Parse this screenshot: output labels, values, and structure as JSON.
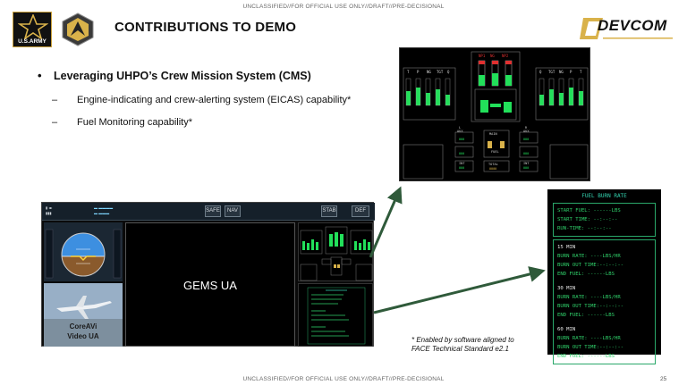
{
  "banner_top": "UNCLASSIFIED//FOR OFFICIAL USE ONLY//DRAFT//PRE-DECISIONAL",
  "banner_bottom": "UNCLASSIFIED//FOR OFFICIAL USE ONLY//DRAFT//PRE-DECISIONAL",
  "title": "CONTRIBUTIONS TO DEMO",
  "logos": {
    "army_text": "U.S.ARMY",
    "devcom": "DEVCOM"
  },
  "bullets": {
    "main": "Leveraging UHPO’s Crew Mission System (CMS)",
    "sub1": "Engine-indicating and crew-alerting system (EICAS) capability*",
    "sub2": "Fuel Monitoring capability*"
  },
  "screenshot": {
    "gems_label": "GEMS UA",
    "video_line1": "CoreAVi",
    "video_line2": "Video UA",
    "toolbar": {
      "safe": "SAFE",
      "nav": "NAV",
      "stab": "STAB",
      "def": "DEF"
    }
  },
  "fuel_panel": {
    "title": "FUEL BURN RATE",
    "start_fuel": "START FUEL: ------LBS",
    "start_time": "START TIME: --:--:--",
    "run_time": "RUN-TIME:  --:--:--",
    "sections": [
      {
        "heading": "15 MIN",
        "burn_rate": "BURN RATE: ----LBS/HR",
        "burn_out": "BURN OUT TIME:--:--:--",
        "end_fuel": "END FUEL:  ------LBS"
      },
      {
        "heading": "30 MIN",
        "burn_rate": "BURN RATE: ----LBS/HR",
        "burn_out": "BURN OUT TIME:--:--:--",
        "end_fuel": "END FUEL:  ------LBS"
      },
      {
        "heading": "60 MIN",
        "burn_rate": "BURN RATE: ----LBS/HR",
        "burn_out": "BURN OUT TIME:--:--:--",
        "end_fuel": "END FUEL:  ------LBS"
      }
    ]
  },
  "eicas_panel": {
    "labels": [
      "NP1",
      "NG",
      "NP2",
      "T",
      "P",
      "NG",
      "TGT",
      "Q",
      "L",
      "R",
      "AUX",
      "MAIN",
      "FUEL",
      "TOTAL",
      "INT"
    ]
  },
  "footnote_line1": "* Enabled by software aligned to",
  "footnote_line2": "FACE Technical Standard e2.1",
  "page_number": "25",
  "colors": {
    "eicas_green": "#22e05a",
    "eicas_red": "#e03030",
    "fuel_green": "#2fd06a",
    "fuel_title": "#33d3b0",
    "arrow_green": "#2f5a3a"
  }
}
